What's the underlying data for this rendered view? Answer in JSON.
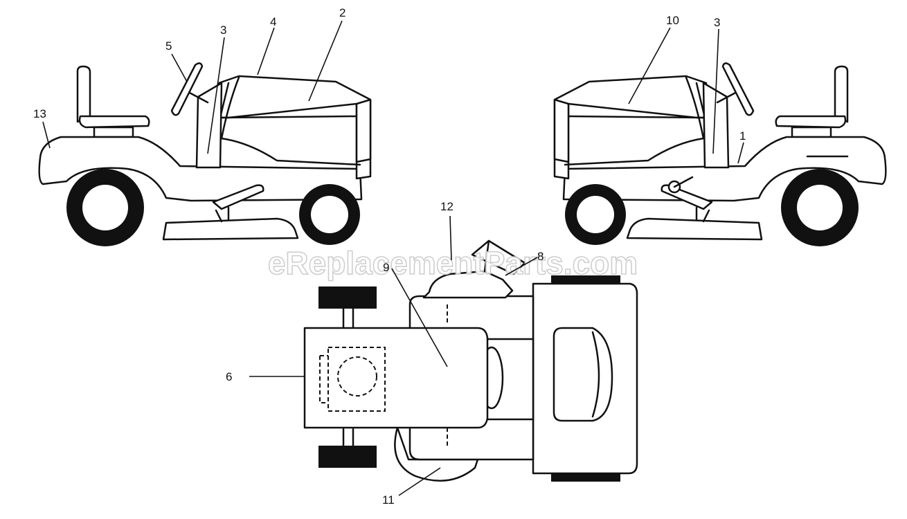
{
  "callouts": {
    "c1": "1",
    "c2": "2",
    "c3_left": "3",
    "c3_right": "3",
    "c4": "4",
    "c5": "5",
    "c6": "6",
    "c8": "8",
    "c9": "9",
    "c10": "10",
    "c11": "11",
    "c12": "12",
    "c13": "13"
  },
  "watermark": "eReplacementParts.com"
}
